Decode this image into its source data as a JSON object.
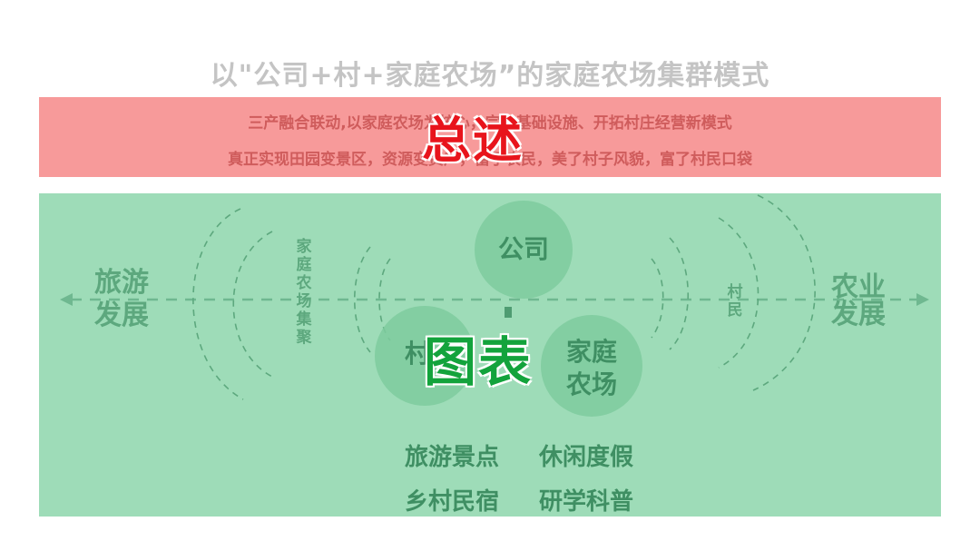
{
  "title": "以\"公司+村+家庭农场”的家庭农场集群模式",
  "summary": {
    "line1": "三产融合联动,以家庭农场为核心，完善基础设施、开拓村庄经营新模式",
    "line2": "真正实现田园变景区，资源变资产，富了农民，美了村子风貌，富了村民口袋"
  },
  "overlay_summary": "总述",
  "overlay_chart": "图表",
  "diagram": {
    "left_label": [
      "旅游",
      "发展"
    ],
    "right_label": [
      "农业",
      "发展"
    ],
    "left_vertical": "家庭农场集聚",
    "right_vertical": "村民",
    "circles": {
      "company": "公司",
      "village": "村",
      "family_farm": [
        "家庭",
        "农场"
      ]
    },
    "bottom_items": [
      "旅游景点",
      "休闲度假",
      "乡村民宿",
      "研学科普"
    ]
  },
  "colors": {
    "summary_band": "#f79a9a",
    "diagram_band": "#9edcb8",
    "overlay_summary": "#e8141c",
    "overlay_chart": "#13a33c"
  }
}
